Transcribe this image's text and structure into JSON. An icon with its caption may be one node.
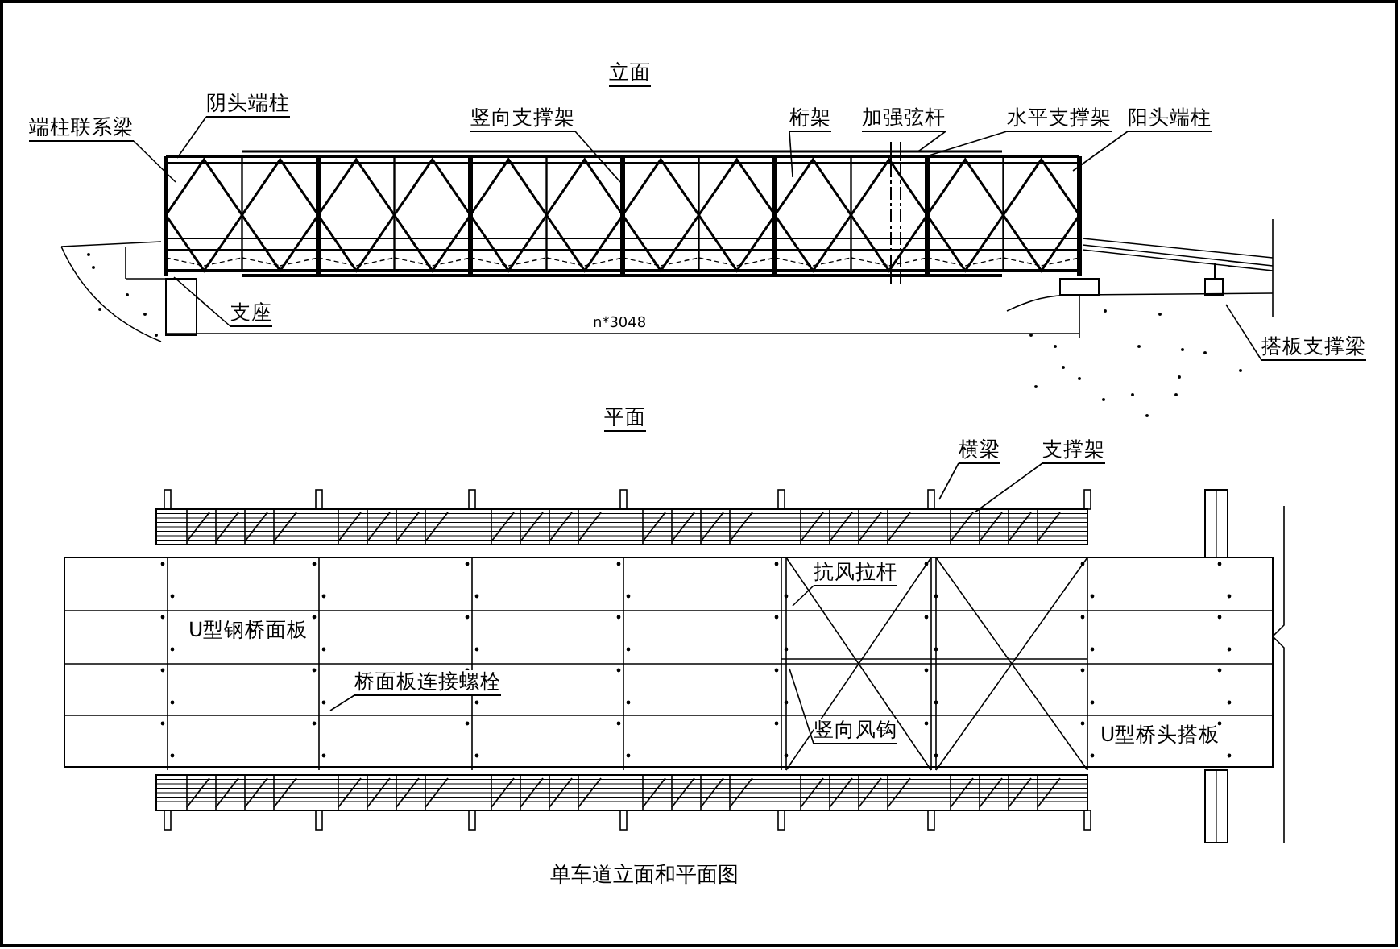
{
  "diagram": {
    "caption": "单车道立面和平面图",
    "nodes": [
      {
        "text": [
          "端柱联系梁"
        ]
      },
      {
        "text": [
          "阴头端柱"
        ]
      },
      {
        "text": [
          "竖向支撑架"
        ]
      },
      {
        "text": [
          "桁架"
        ]
      },
      {
        "text": [
          "加强弦杆"
        ]
      },
      {
        "text": [
          "水平支撑架"
        ]
      },
      {
        "text": [
          "阳头端柱"
        ]
      },
      {
        "text": [
          "支座"
        ]
      },
      {
        "text": [
          "搭板支撑梁"
        ]
      },
      {
        "text": [
          "横梁"
        ]
      },
      {
        "text": [
          "支撑架"
        ]
      },
      {
        "text": [
          "抗风拉杆"
        ]
      },
      {
        "text": [
          "桥面板连接螺栓"
        ]
      },
      {
        "text": [
          "竖向风钩"
        ]
      }
    ],
    "edges": [
      {
        "from": 0,
        "to": null,
        "arrow": "none"
      },
      {
        "from": 1,
        "to": null,
        "arrow": "none"
      },
      {
        "from": 2,
        "to": null,
        "arrow": "none"
      },
      {
        "from": 3,
        "to": null,
        "arrow": "none"
      },
      {
        "from": 4,
        "to": null,
        "arrow": "none"
      },
      {
        "from": 5,
        "to": null,
        "arrow": "none"
      },
      {
        "from": 6,
        "to": null,
        "arrow": "none"
      },
      {
        "from": 7,
        "to": null,
        "arrow": "none"
      },
      {
        "from": 8,
        "to": null,
        "arrow": "none"
      },
      {
        "from": 9,
        "to": null,
        "arrow": "none"
      },
      {
        "from": 10,
        "to": null,
        "arrow": "none"
      },
      {
        "from": 11,
        "to": null,
        "arrow": "none"
      },
      {
        "from": 12,
        "to": null,
        "arrow": "none"
      },
      {
        "from": 13,
        "to": null,
        "arrow": "none"
      }
    ],
    "labels": [
      "立面",
      "n*3048",
      "平面",
      "U型钢桥面板",
      "U型桥头搭板"
    ]
  }
}
